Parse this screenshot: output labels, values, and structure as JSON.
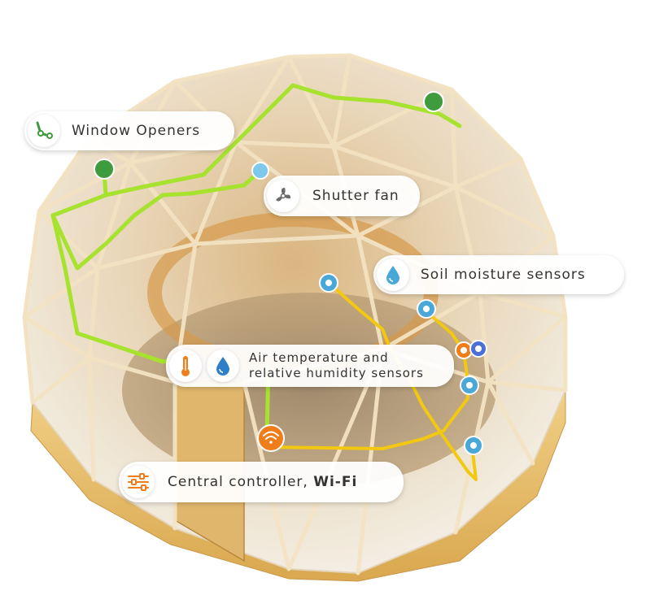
{
  "labels": {
    "window_openers": "Window Openers",
    "shutter_fan": "Shutter fan",
    "soil_moisture": "Soil moisture sensors",
    "air_temp_line1": "Air temperature and",
    "air_temp_line2": "relative humidity sensors",
    "controller_prefix": "Central controller, ",
    "controller_bold": "Wi-Fi"
  },
  "icons": {
    "window_openers": "window-opener-arm-icon",
    "shutter_fan": "fan-icon",
    "soil_moisture": "water-drop-icon",
    "air_temp": "thermometer-icon",
    "air_humidity": "water-drop-icon",
    "controller_wifi": "wifi-icon",
    "controller": "sliders-icon"
  },
  "colors": {
    "wire_green": "#a6e22e",
    "wire_yellow": "#f2c811",
    "opener_green": "#3e9b3e",
    "sensor_blue": "#4aa8d8",
    "controller_orange": "#ef7d1a",
    "relay_blue": "#4a6fd8"
  }
}
